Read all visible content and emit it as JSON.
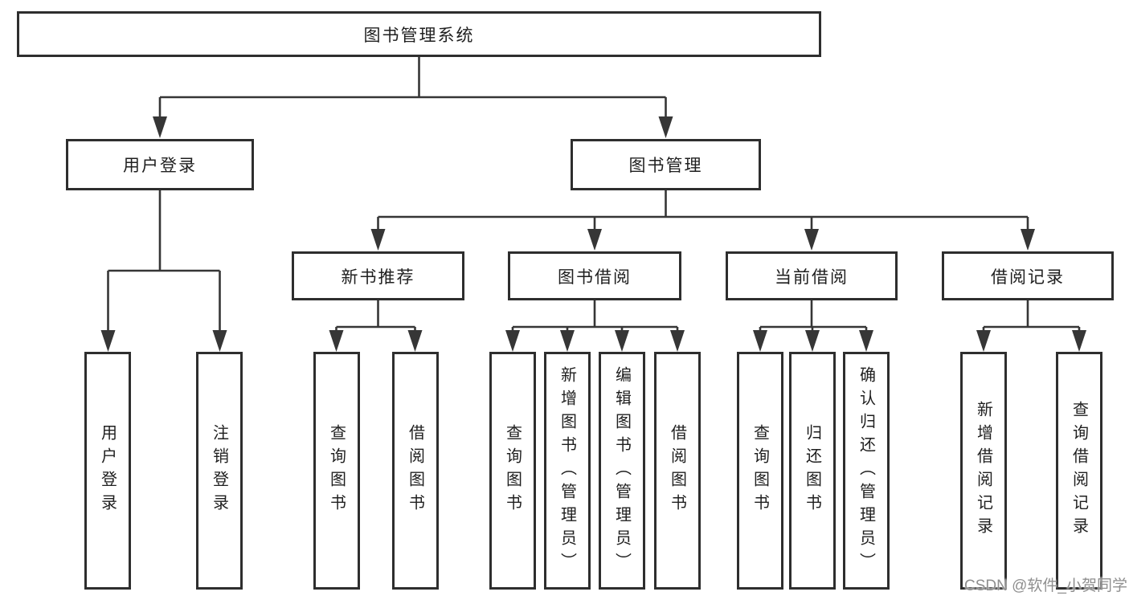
{
  "colors": {
    "line": "#363636",
    "border": "#2e2e2e",
    "text": "#1f1f1f",
    "watermark": "#8f8f8f",
    "background": "#ffffff"
  },
  "watermark": {
    "text": "CSDN @软件_小贺同学"
  },
  "diagram": {
    "root": {
      "label": "图书管理系统"
    },
    "branches": [
      {
        "label": "用户登录",
        "children": [
          {
            "label": "用户登录"
          },
          {
            "label": "注销登录"
          }
        ]
      },
      {
        "label": "图书管理",
        "children": [
          {
            "label": "新书推荐",
            "children": [
              {
                "label": "查询图书"
              },
              {
                "label": "借阅图书"
              }
            ]
          },
          {
            "label": "图书借阅",
            "children": [
              {
                "label": "查询图书"
              },
              {
                "label": "新增图书（管理员）"
              },
              {
                "label": "编辑图书（管理员）"
              },
              {
                "label": "借阅图书"
              }
            ]
          },
          {
            "label": "当前借阅",
            "children": [
              {
                "label": "查询图书"
              },
              {
                "label": "归还图书"
              },
              {
                "label": "确认归还（管理员）"
              }
            ]
          },
          {
            "label": "借阅记录",
            "children": [
              {
                "label": "新增借阅记录"
              },
              {
                "label": "查询借阅记录"
              }
            ]
          }
        ]
      }
    ]
  }
}
